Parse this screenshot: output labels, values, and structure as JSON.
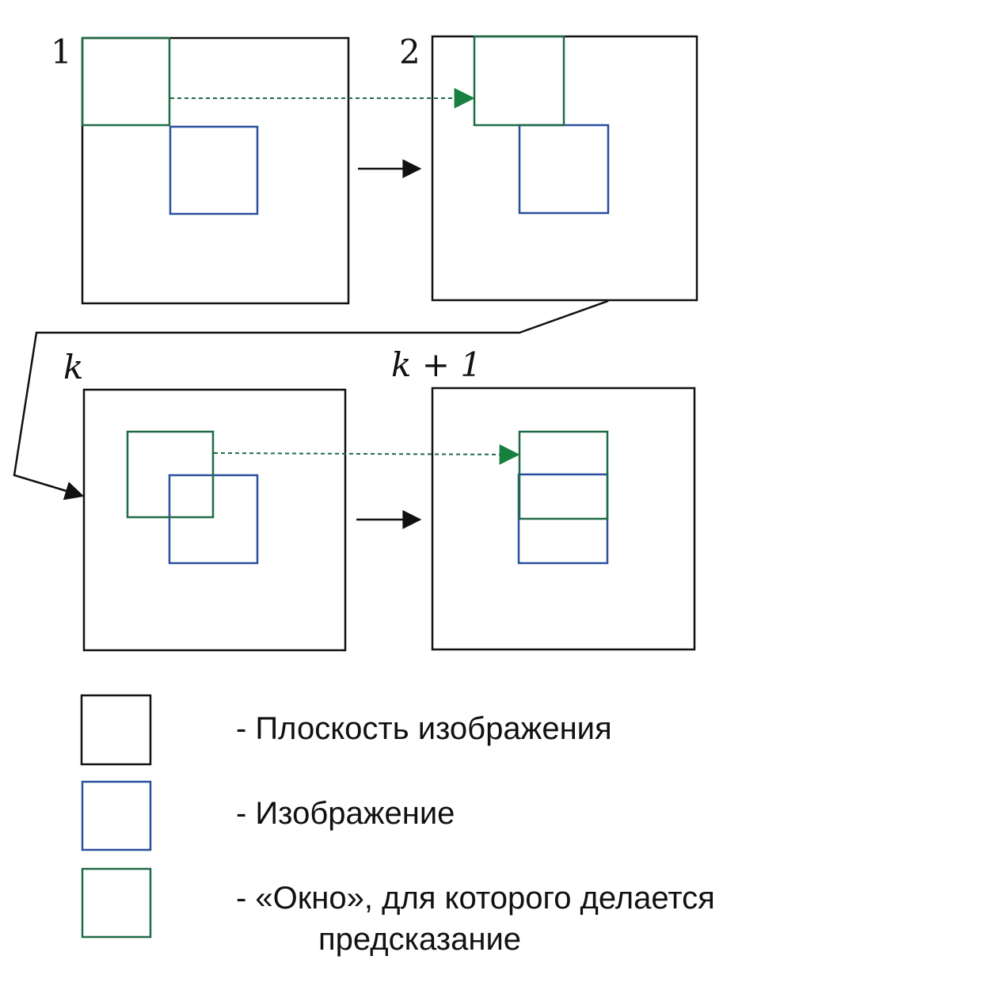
{
  "colors": {
    "plane": "#111111",
    "image": "#2a4f9e",
    "window": "#1f6b46",
    "window_arrow": "#17803f",
    "arrow": "#111111"
  },
  "frames": {
    "f1": {
      "label": "1"
    },
    "f2": {
      "label": "2"
    },
    "fk": {
      "label": "k"
    },
    "fk1": {
      "label": "k + 1"
    }
  },
  "legend": {
    "plane": "- Плоскость изображения",
    "image": "- Изображение",
    "window_line1": "- «Окно», для которого делается",
    "window_line2": "предсказание"
  }
}
